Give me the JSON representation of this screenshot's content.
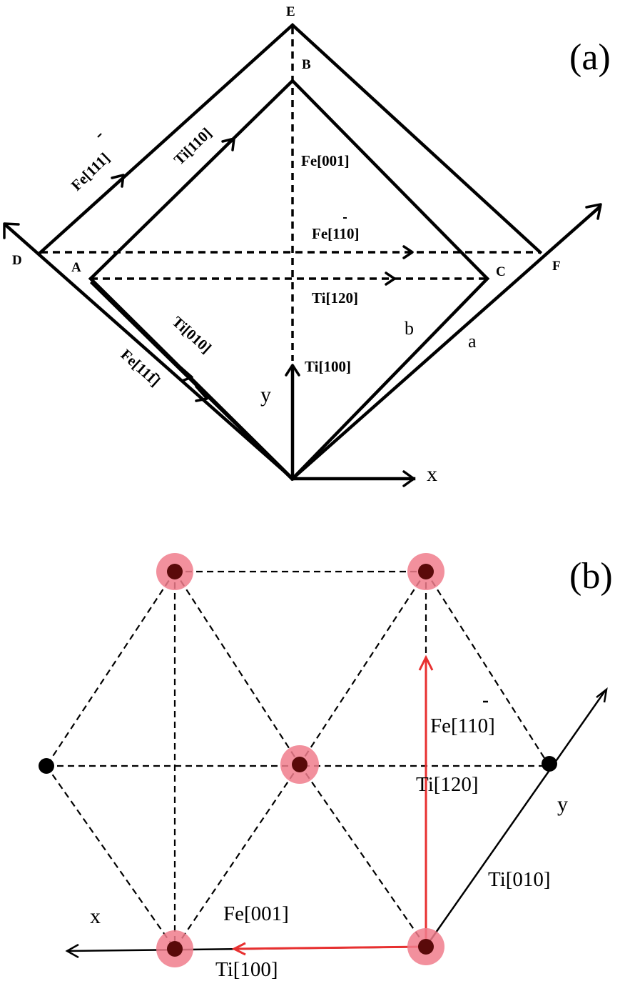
{
  "panel_a": {
    "label": "(a)",
    "points": {
      "E": "E",
      "B": "B",
      "D": "D",
      "A": "A",
      "C": "C",
      "F": "F"
    },
    "labels": {
      "fe_111_upper": "Fe[111]",
      "ti_110": "Ti[110]",
      "fe_001": "Fe[001]",
      "fe_110": "Fe[110]",
      "ti_120": "Ti[120]",
      "ti_010": "Ti[010]",
      "fe_111_lower": "Fe[111]",
      "ti_100": "Ti[100]",
      "b": "b",
      "a": "a",
      "x": "x",
      "y": "y"
    }
  },
  "panel_b": {
    "label": "(b)",
    "labels": {
      "fe_110": "Fe[110]",
      "ti_120": "Ti[120]",
      "ti_010": "Ti[010]",
      "fe_001": "Fe[001]",
      "ti_100": "Ti[100]",
      "x": "x",
      "y": "y"
    },
    "atom_colors": {
      "core": "#5a0a0a",
      "halo": "#f07c8c",
      "plain": "#000000",
      "vector": "#e83030"
    }
  }
}
